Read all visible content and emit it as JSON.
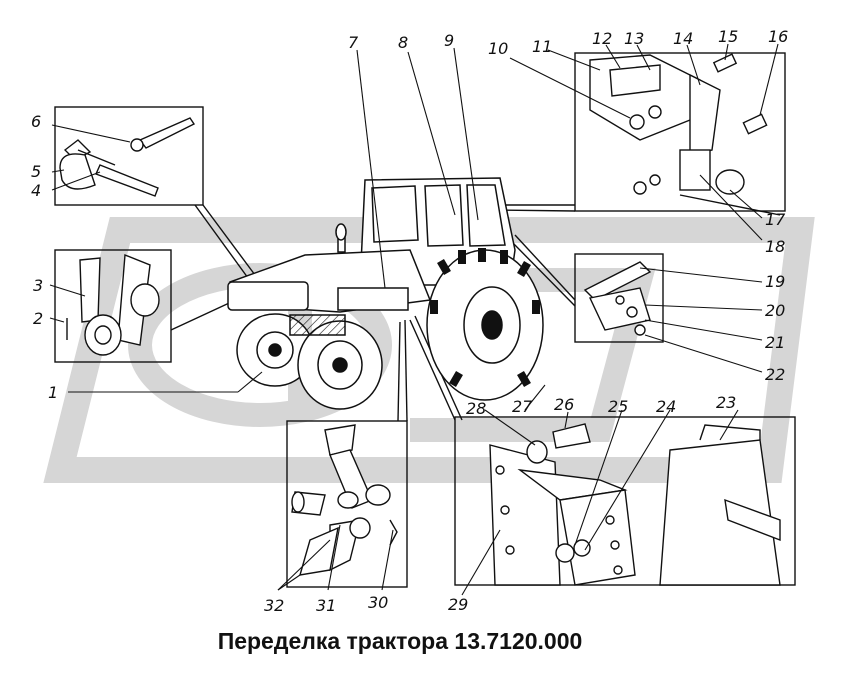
{
  "caption": "Переделка трактора 13.7120.000",
  "callouts": [
    "1",
    "2",
    "3",
    "4",
    "5",
    "6",
    "7",
    "8",
    "9",
    "10",
    "11",
    "12",
    "13",
    "14",
    "15",
    "16",
    "17",
    "18",
    "19",
    "20",
    "21",
    "22",
    "23",
    "24",
    "25",
    "26",
    "27",
    "28",
    "29",
    "30",
    "31",
    "32"
  ],
  "colors": {
    "ink": "#111111",
    "watermark": "#d6d6d6",
    "paper": "#ffffff"
  }
}
